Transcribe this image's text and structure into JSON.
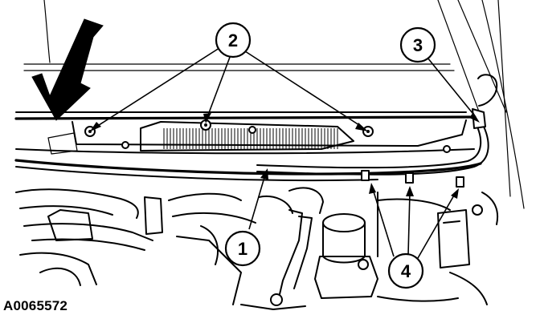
{
  "figure": {
    "reference_code": "A0065572"
  },
  "callouts": [
    {
      "id": "callout-1",
      "label": "1",
      "target": "cowl-vent-seal"
    },
    {
      "id": "callout-2",
      "label": "2",
      "target": "cowl-panel-retainer-nuts"
    },
    {
      "id": "callout-3",
      "label": "3",
      "target": "washer-hose-connector"
    },
    {
      "id": "callout-4",
      "label": "4",
      "target": "seal-retaining-clips"
    }
  ],
  "view_arrow": {
    "direction": "down-left"
  }
}
